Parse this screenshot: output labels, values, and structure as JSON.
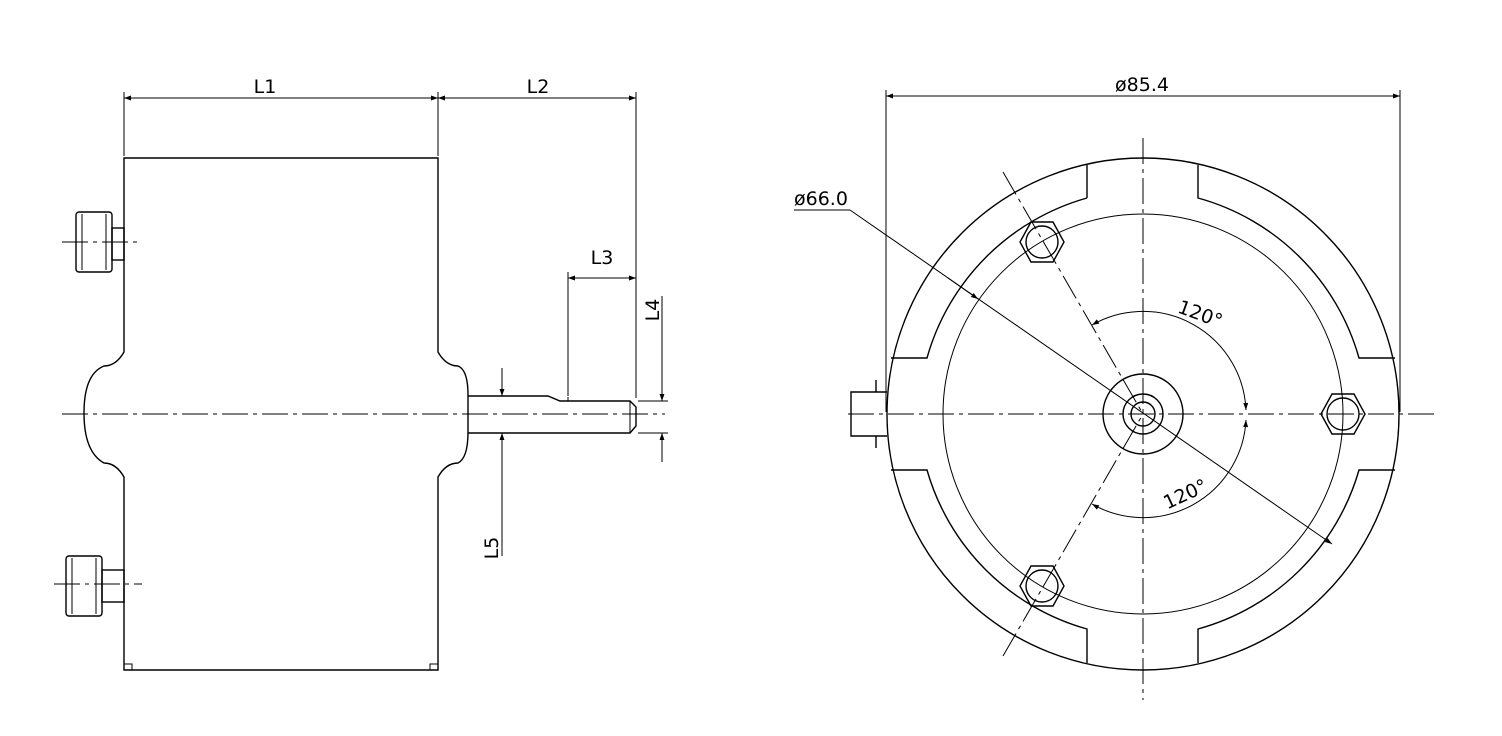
{
  "side_view": {
    "dimensions": {
      "l1": "L1",
      "l2": "L2",
      "l3": "L3",
      "l4": "L4",
      "l5": "L5"
    }
  },
  "front_view": {
    "dimensions": {
      "outer_diameter": "ø85.4",
      "bolt_circle_diameter": "ø66.0",
      "angle_upper": "120°",
      "angle_lower": "120°"
    }
  }
}
